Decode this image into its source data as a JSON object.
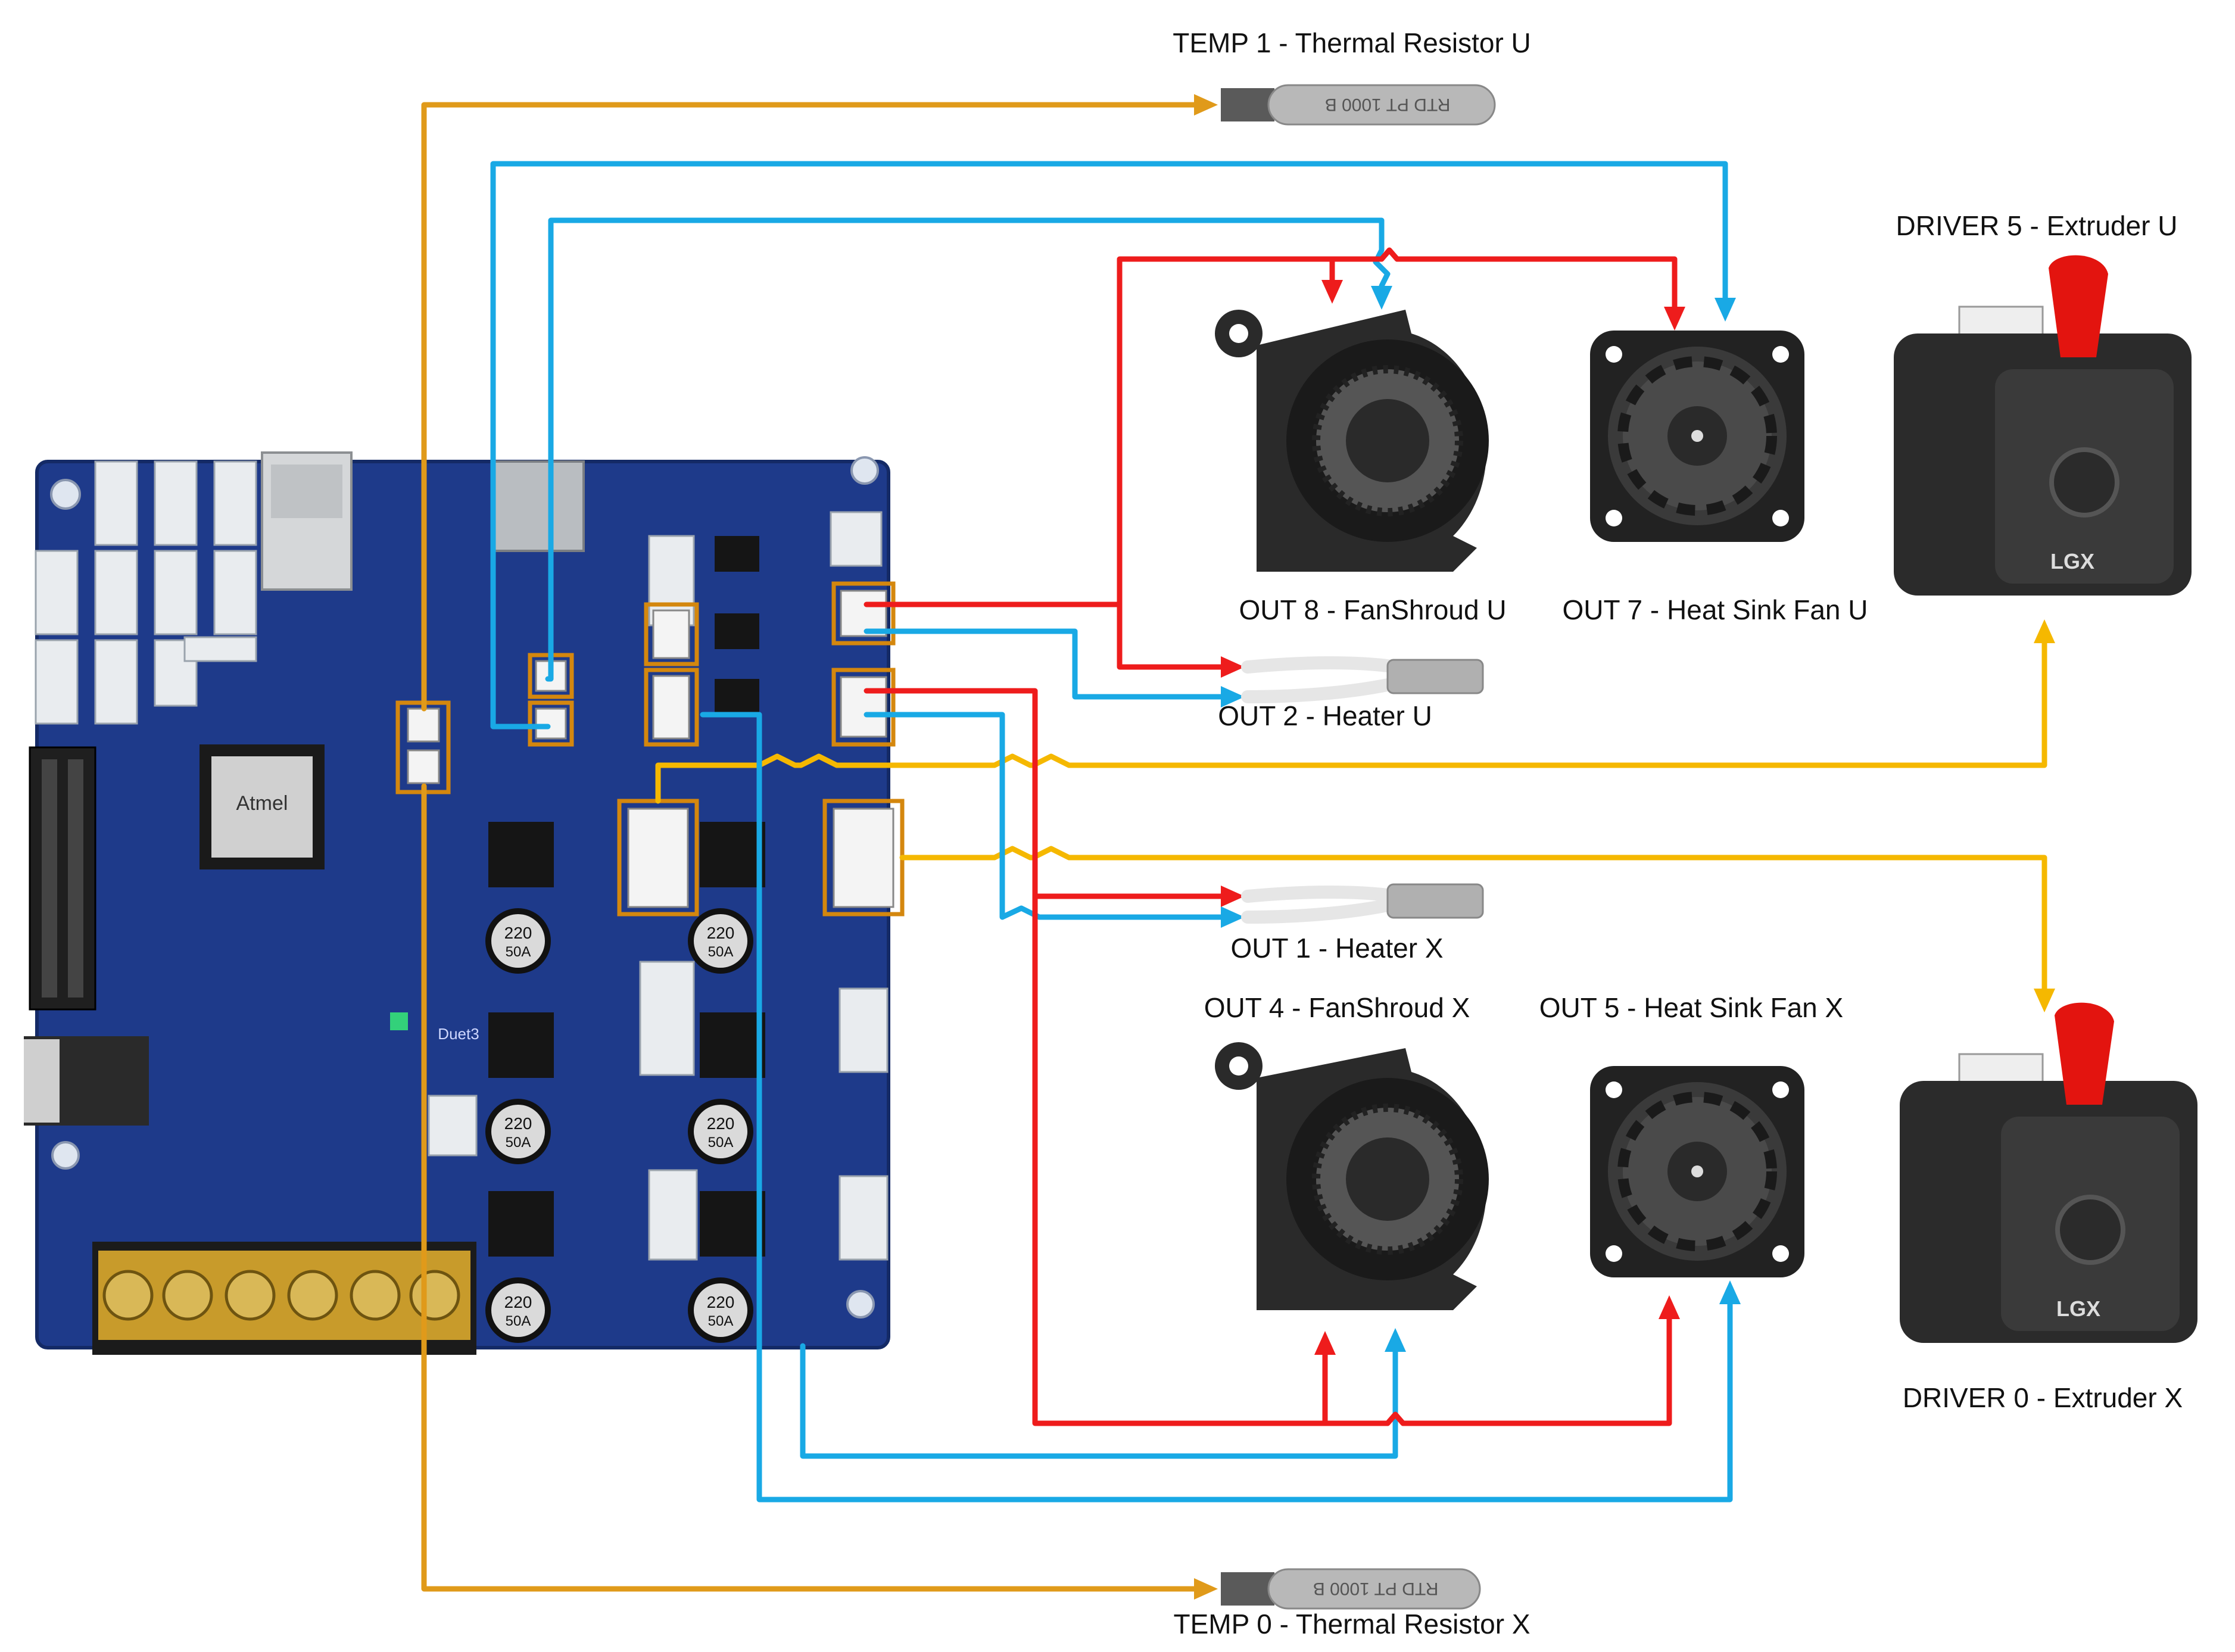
{
  "colors": {
    "temp": "#E09A1A",
    "driver": "#F5B800",
    "heater": "#EE1C1C",
    "fan": "#19A9E5",
    "board": "#1E3A8A",
    "highlight": "#D4870E"
  },
  "icons": {
    "board": "mainboard-icon",
    "thermistor": "thermistor-icon",
    "blower": "blower-fan-icon",
    "axial": "axial-fan-icon",
    "heater": "heater-cartridge-icon",
    "extruder": "extruder-icon"
  },
  "board": {
    "chip_label": "Atmel",
    "caps": [
      "220",
      "220",
      "220",
      "220",
      "220",
      "220"
    ],
    "cap_sub": "50A",
    "legend": "Duet3"
  },
  "labels": {
    "temp1": "TEMP 1 - Thermal Resistor U",
    "temp0": "TEMP 0 - Thermal Resistor X",
    "driver5": "DRIVER 5 - Extruder U",
    "driver0": "DRIVER 0 - Extruder X",
    "out8": "OUT 8 - FanShroud U",
    "out7": "OUT 7 - Heat Sink Fan U",
    "out2": "OUT 2 - Heater U",
    "out1": "OUT 1 - Heater X",
    "out4": "OUT 4 - FanShroud X",
    "out5": "OUT 5 - Heat Sink Fan X"
  },
  "thermistor_text": "RTD PT 1000 B",
  "extruder_text": "LGX"
}
